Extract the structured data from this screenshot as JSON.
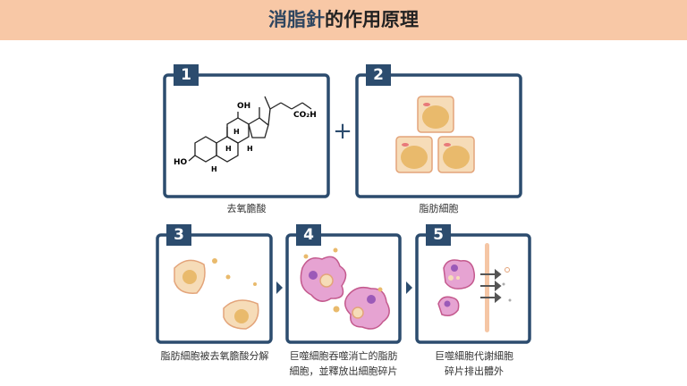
{
  "header": {
    "title_highlight": "消脂針",
    "title_rest": "的作用原理"
  },
  "steps": [
    {
      "number": "1",
      "caption": "去氧膽酸",
      "molecule_labels": {
        "oh_top": "OH",
        "acid": "CO₂H",
        "ho": "HO",
        "h1": "H",
        "h2": "H",
        "h3": "H",
        "h4": "H"
      }
    },
    {
      "number": "2",
      "caption": "脂肪細胞"
    },
    {
      "number": "3",
      "caption": "脂肪細胞被去氧膽酸分解"
    },
    {
      "number": "4",
      "caption_line1": "巨噬細胞吞噬消亡的脂肪",
      "caption_line2": "細胞，並釋放出細胞碎片"
    },
    {
      "number": "5",
      "caption_line1": "巨噬細胞代謝細胞",
      "caption_line2": "碎片排出體外"
    }
  ],
  "plus_sign": "+",
  "colors": {
    "frame": "#2c4c6e",
    "band": "#f8c8a6",
    "cell": "#f6dcb8",
    "nucleus": "#e9ba6c",
    "macrophage": "#e6a3d2"
  }
}
